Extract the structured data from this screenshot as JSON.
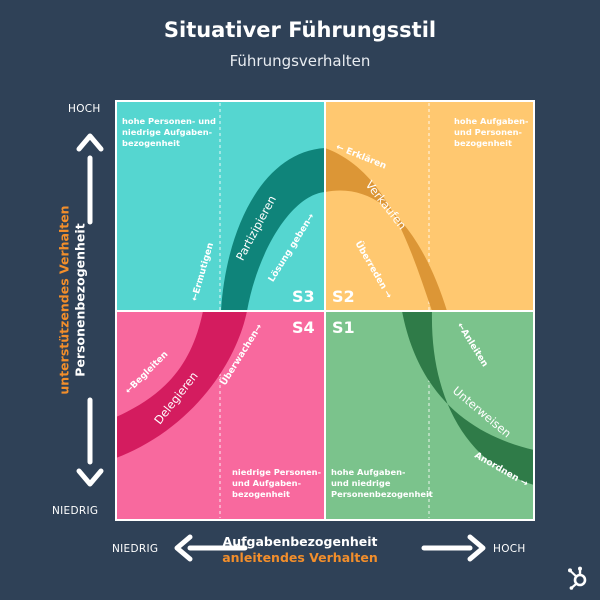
{
  "header": {
    "title": "Situativer Führungsstil",
    "subtitle": "Führungsverhalten"
  },
  "axes": {
    "x_title": "Aufgabenbezogenheit",
    "x_subtitle": "anleitendes Verhalten",
    "x_low": "NIEDRIG",
    "x_high": "HOCH",
    "y_title": "Personenbezogenheit",
    "y_subtitle": "unterstützendes Verhalten",
    "y_high": "HOCH",
    "y_low": "NIEDRIG"
  },
  "quadrants": {
    "s3": {
      "id": "S3",
      "color": "#55d6d0",
      "note": [
        "hohe Personen- und",
        "niedrige Aufgaben-",
        "bezogenheit"
      ]
    },
    "s2": {
      "id": "S2",
      "color": "#ffc870",
      "note": [
        "hohe Aufgaben-",
        "und Personen-",
        "bezogenheit"
      ]
    },
    "s4": {
      "id": "S4",
      "color": "#f8699e",
      "note": [
        "niedrige Personen-",
        "und Aufgaben-",
        "bezogenheit"
      ]
    },
    "s1": {
      "id": "S1",
      "color": "#7bc38c",
      "note": [
        "hohe Aufgaben-",
        "und niedrige",
        "Personenbezogenheit"
      ]
    }
  },
  "styles": {
    "partizipieren": {
      "label": "Partizipieren",
      "color": "#0f847a"
    },
    "verkaufen": {
      "label": "Verkaufen",
      "color": "#dc9636"
    },
    "delegieren": {
      "label": "Delegieren",
      "color": "#d41c5f"
    },
    "unterweisen": {
      "label": "Unterweisen",
      "color": "#2f7b48"
    }
  },
  "curve_labels": {
    "ermutigen": "←Ermutigen",
    "loesung": "Lösung geben→",
    "erklaeren": "← Erklären",
    "ueberreden": "Überreden →",
    "begleiten": "←Begleiten",
    "ueberwachen": "Überwachen→",
    "anleiten": "←Anleiten",
    "anordnen": "Anordnen →"
  },
  "icons": {
    "logo": "hubspot-sprocket-icon"
  }
}
